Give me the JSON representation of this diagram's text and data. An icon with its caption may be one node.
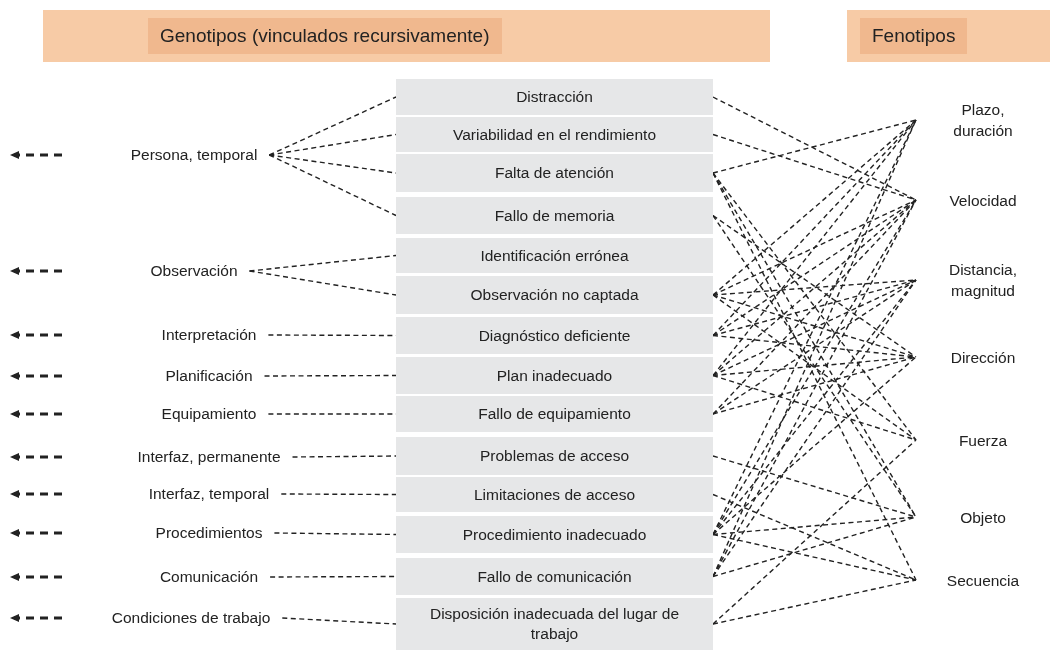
{
  "diagram": {
    "nodes": [
      {
        "text": [
          "Genotipos (vinculados recursivamente)"
        ]
      },
      {
        "text": [
          "Fenotipos"
        ]
      },
      {
        "text": [
          "Persona, temporal"
        ]
      },
      {
        "text": [
          "Observación"
        ]
      },
      {
        "text": [
          "Interpretación"
        ]
      },
      {
        "text": [
          "Planificación"
        ]
      },
      {
        "text": [
          "Equipamiento"
        ]
      },
      {
        "text": [
          "Interfaz, permanente"
        ]
      },
      {
        "text": [
          "Interfaz, temporal"
        ]
      },
      {
        "text": [
          "Procedimientos"
        ]
      },
      {
        "text": [
          "Comunicación"
        ]
      },
      {
        "text": [
          "Condiciones de trabajo"
        ]
      },
      {
        "text": [
          "Distracción"
        ]
      },
      {
        "text": [
          "Variabilidad en el rendimiento"
        ]
      },
      {
        "text": [
          "Falta de atención"
        ]
      },
      {
        "text": [
          "Fallo de memoria"
        ]
      },
      {
        "text": [
          "Identificación errónea"
        ]
      },
      {
        "text": [
          "Observación no captada"
        ]
      },
      {
        "text": [
          "Diagnóstico deficiente"
        ]
      },
      {
        "text": [
          "Plan inadecuado"
        ]
      },
      {
        "text": [
          "Fallo de equipamiento"
        ]
      },
      {
        "text": [
          "Problemas de acceso"
        ]
      },
      {
        "text": [
          "Limitaciones de acceso"
        ]
      },
      {
        "text": [
          "Procedimiento inadecuado"
        ]
      },
      {
        "text": [
          "Fallo de comunicación"
        ]
      },
      {
        "text": [
          "Disposición inadecuada del lugar de trabajo"
        ]
      },
      {
        "text": [
          "Plazo, duración"
        ]
      },
      {
        "text": [
          "Velocidad"
        ]
      },
      {
        "text": [
          "Distancia, magnitud"
        ]
      },
      {
        "text": [
          "Dirección"
        ]
      },
      {
        "text": [
          "Fuerza"
        ]
      },
      {
        "text": [
          "Objeto"
        ]
      },
      {
        "text": [
          "Secuencia"
        ]
      }
    ],
    "edges": [
      {
        "from": 2,
        "to": 12,
        "arrow": "none",
        "style": "dashed"
      },
      {
        "from": 2,
        "to": 13,
        "arrow": "none",
        "style": "dashed"
      },
      {
        "from": 2,
        "to": 14,
        "arrow": "none",
        "style": "dashed"
      },
      {
        "from": 2,
        "to": 15,
        "arrow": "none",
        "style": "dashed"
      },
      {
        "from": 3,
        "to": 16,
        "arrow": "none",
        "style": "dashed"
      },
      {
        "from": 3,
        "to": 17,
        "arrow": "none",
        "style": "dashed"
      },
      {
        "from": 4,
        "to": 18,
        "arrow": "none",
        "style": "dashed"
      },
      {
        "from": 5,
        "to": 19,
        "arrow": "none",
        "style": "dashed"
      },
      {
        "from": 6,
        "to": 20,
        "arrow": "none",
        "style": "dashed"
      },
      {
        "from": 7,
        "to": 21,
        "arrow": "none",
        "style": "dashed"
      },
      {
        "from": 8,
        "to": 22,
        "arrow": "none",
        "style": "dashed"
      },
      {
        "from": 9,
        "to": 23,
        "arrow": "none",
        "style": "dashed"
      },
      {
        "from": 10,
        "to": 24,
        "arrow": "none",
        "style": "dashed"
      },
      {
        "from": 11,
        "to": 25,
        "arrow": "none",
        "style": "dashed"
      },
      {
        "from": 12,
        "to": 27,
        "arrow": "none",
        "style": "dashed"
      },
      {
        "from": 13,
        "to": 27,
        "arrow": "none",
        "style": "dashed"
      },
      {
        "from": 14,
        "to": 26,
        "arrow": "none",
        "style": "dashed"
      },
      {
        "from": 14,
        "to": 30,
        "arrow": "none",
        "style": "dashed"
      },
      {
        "from": 14,
        "to": 31,
        "arrow": "none",
        "style": "dashed"
      },
      {
        "from": 14,
        "to": 32,
        "arrow": "none",
        "style": "dashed"
      },
      {
        "from": 15,
        "to": 29,
        "arrow": "none",
        "style": "dashed"
      },
      {
        "from": 15,
        "to": 31,
        "arrow": "none",
        "style": "dashed"
      },
      {
        "from": 17,
        "to": 26,
        "arrow": "none",
        "style": "dashed"
      },
      {
        "from": 17,
        "to": 27,
        "arrow": "none",
        "style": "dashed"
      },
      {
        "from": 17,
        "to": 28,
        "arrow": "none",
        "style": "dashed"
      },
      {
        "from": 17,
        "to": 29,
        "arrow": "none",
        "style": "dashed"
      },
      {
        "from": 17,
        "to": 30,
        "arrow": "none",
        "style": "dashed"
      },
      {
        "from": 18,
        "to": 26,
        "arrow": "none",
        "style": "dashed"
      },
      {
        "from": 18,
        "to": 27,
        "arrow": "none",
        "style": "dashed"
      },
      {
        "from": 18,
        "to": 28,
        "arrow": "none",
        "style": "dashed"
      },
      {
        "from": 18,
        "to": 29,
        "arrow": "none",
        "style": "dashed"
      },
      {
        "from": 19,
        "to": 26,
        "arrow": "none",
        "style": "dashed"
      },
      {
        "from": 19,
        "to": 27,
        "arrow": "none",
        "style": "dashed"
      },
      {
        "from": 19,
        "to": 28,
        "arrow": "none",
        "style": "dashed"
      },
      {
        "from": 19,
        "to": 29,
        "arrow": "none",
        "style": "dashed"
      },
      {
        "from": 19,
        "to": 30,
        "arrow": "none",
        "style": "dashed"
      },
      {
        "from": 20,
        "to": 27,
        "arrow": "none",
        "style": "dashed"
      },
      {
        "from": 20,
        "to": 28,
        "arrow": "none",
        "style": "dashed"
      },
      {
        "from": 20,
        "to": 29,
        "arrow": "none",
        "style": "dashed"
      },
      {
        "from": 21,
        "to": 31,
        "arrow": "none",
        "style": "dashed"
      },
      {
        "from": 22,
        "to": 32,
        "arrow": "none",
        "style": "dashed"
      },
      {
        "from": 23,
        "to": 26,
        "arrow": "none",
        "style": "dashed"
      },
      {
        "from": 23,
        "to": 27,
        "arrow": "none",
        "style": "dashed"
      },
      {
        "from": 23,
        "to": 28,
        "arrow": "none",
        "style": "dashed"
      },
      {
        "from": 23,
        "to": 29,
        "arrow": "none",
        "style": "dashed"
      },
      {
        "from": 23,
        "to": 31,
        "arrow": "none",
        "style": "dashed"
      },
      {
        "from": 23,
        "to": 32,
        "arrow": "none",
        "style": "dashed"
      },
      {
        "from": 24,
        "to": 26,
        "arrow": "none",
        "style": "dashed"
      },
      {
        "from": 24,
        "to": 27,
        "arrow": "none",
        "style": "dashed"
      },
      {
        "from": 24,
        "to": 28,
        "arrow": "none",
        "style": "dashed"
      },
      {
        "from": 24,
        "to": 31,
        "arrow": "none",
        "style": "dashed"
      },
      {
        "from": 25,
        "to": 30,
        "arrow": "none",
        "style": "dashed"
      },
      {
        "from": 25,
        "to": 32,
        "arrow": "none",
        "style": "dashed"
      }
    ]
  }
}
